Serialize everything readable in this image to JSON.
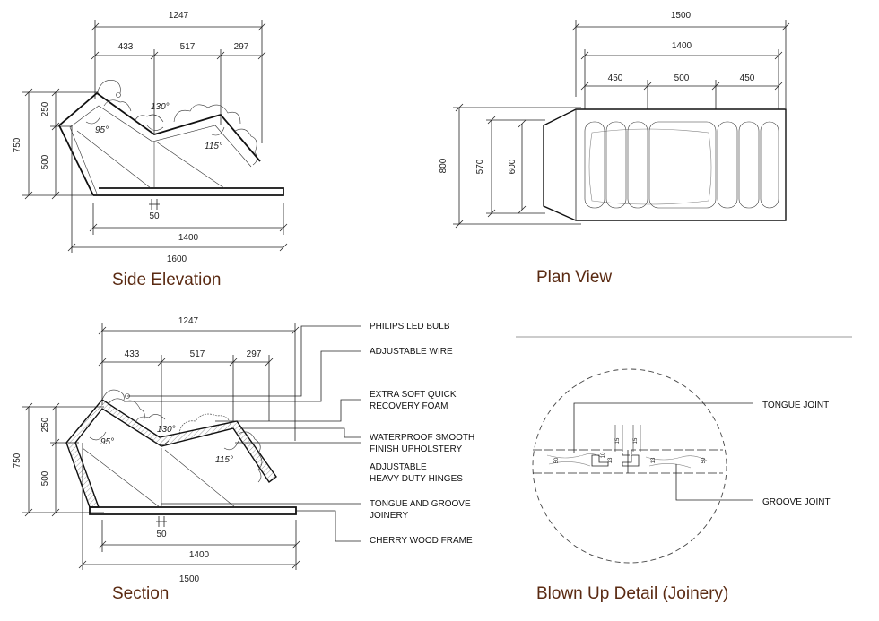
{
  "views": {
    "side_elevation": {
      "title": "Side Elevation",
      "dims": {
        "overall_top": "1247",
        "top_a": "433",
        "top_b": "517",
        "top_c": "297",
        "height_total": "750",
        "height_upper": "250",
        "height_lower": "500",
        "gap": "50",
        "base": "1400",
        "overall_bottom": "1600"
      },
      "angles": {
        "a1": "95°",
        "a2": "130°",
        "a3": "115°"
      }
    },
    "plan_view": {
      "title": "Plan View",
      "dims": {
        "overall_top": "1500",
        "inner_top": "1400",
        "seg_a": "450",
        "seg_b": "500",
        "seg_c": "450",
        "depth_outer": "800",
        "depth_mid": "570",
        "depth_inner": "600"
      }
    },
    "section": {
      "title": "Section",
      "dims": {
        "overall_top": "1247",
        "top_a": "433",
        "top_b": "517",
        "top_c": "297",
        "height_total": "750",
        "height_upper": "250",
        "height_lower": "500",
        "gap": "50",
        "base": "1400",
        "overall_bottom": "1500"
      },
      "angles": {
        "a1": "95°",
        "a2": "130°",
        "a3": "115°"
      },
      "callouts": [
        {
          "line1": "PHILIPS LED BULB",
          "line2": ""
        },
        {
          "line1": "ADJUSTABLE WIRE",
          "line2": ""
        },
        {
          "line1": "EXTRA SOFT QUICK",
          "line2": "RECOVERY FOAM"
        },
        {
          "line1": "WATERPROOF SMOOTH",
          "line2": "FINISH UPHOLSTERY"
        },
        {
          "line1": "ADJUSTABLE",
          "line2": "HEAVY DUTY HINGES"
        },
        {
          "line1": "TONGUE AND GROOVE",
          "line2": "JOINERY"
        },
        {
          "line1": "CHERRY WOOD FRAME",
          "line2": ""
        }
      ]
    },
    "blown_up_detail": {
      "title": "Blown Up Detail (Joinery)",
      "labels": {
        "tongue": "TONGUE JOINT",
        "groove": "GROOVE JOINT"
      },
      "dims": {
        "d1": "15",
        "d2": "15",
        "d3": "10",
        "d4": "13",
        "d5": "13",
        "d6": "50",
        "d7": "50"
      }
    }
  }
}
